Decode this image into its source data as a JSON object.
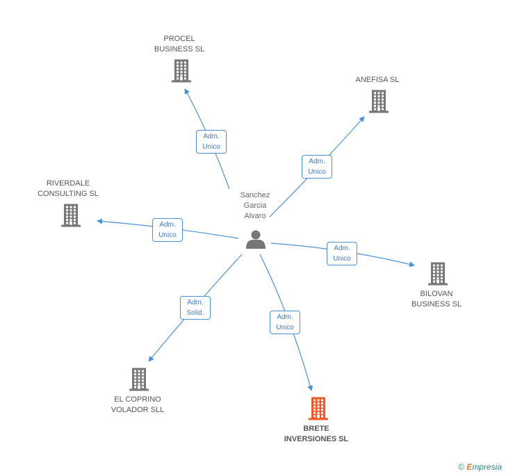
{
  "center": {
    "name_lines": [
      "Sanchez",
      "Garcia",
      "Alvaro"
    ]
  },
  "companies": [
    {
      "id": "procel",
      "lines": [
        "PROCEL",
        "BUSINESS SL"
      ],
      "focus": false
    },
    {
      "id": "anefisa",
      "lines": [
        "ANEFISA SL"
      ],
      "focus": false
    },
    {
      "id": "riverdale",
      "lines": [
        "RIVERDALE",
        "CONSULTING SL"
      ],
      "focus": false
    },
    {
      "id": "bilovan",
      "lines": [
        "BILOVAN",
        "BUSINESS SL"
      ],
      "focus": false
    },
    {
      "id": "coprino",
      "lines": [
        "EL COPRINO",
        "VOLADOR SLL"
      ],
      "focus": false
    },
    {
      "id": "brete",
      "lines": [
        "BRETE",
        "INVERSIONES SL"
      ],
      "focus": true
    }
  ],
  "edges": [
    {
      "to": "procel",
      "lines": [
        "Adm.",
        "Unico"
      ]
    },
    {
      "to": "anefisa",
      "lines": [
        "Adm.",
        "Unico"
      ]
    },
    {
      "to": "riverdale",
      "lines": [
        "Adm.",
        "Unico"
      ]
    },
    {
      "to": "bilovan",
      "lines": [
        "Adm.",
        "Unico"
      ]
    },
    {
      "to": "coprino",
      "lines": [
        "Adm.",
        "Solid."
      ]
    },
    {
      "to": "brete",
      "lines": [
        "Adm.",
        "Unico"
      ]
    }
  ],
  "colors": {
    "edge": "#4a90d9",
    "building": "#777777",
    "focus_building": "#f05a28",
    "person": "#777777"
  },
  "footer": {
    "symbol": "©",
    "brand_initial": "E",
    "brand_rest": "mpresia"
  }
}
